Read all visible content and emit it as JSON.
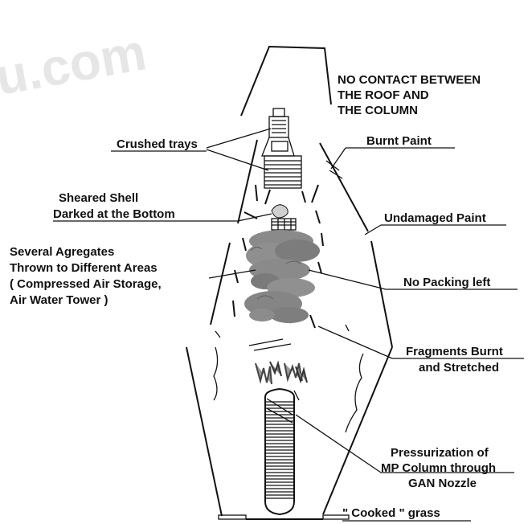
{
  "watermark": "u.com",
  "labels": {
    "no_contact": [
      "NO CONTACT BETWEEN",
      "THE  ROOF AND",
      "THE COLUMN"
    ],
    "crushed_trays": "Crushed trays",
    "burnt_paint": "Burnt  Paint",
    "sheared_shell": [
      "Sheared  Shell",
      "Darked  at the Bottom"
    ],
    "undamaged_paint": "Undamaged  Paint",
    "several_agregates": [
      "Several  Agregates",
      "Thrown to  Different Areas",
      "( Compressed Air Storage,",
      "Air Water Tower )"
    ],
    "no_packing": "No Packing left",
    "fragments": [
      "Fragments  Burnt",
      "and  Stretched"
    ],
    "pressurization": [
      "Pressurization of",
      "MP  Column  through",
      "GAN  Nozzle"
    ],
    "cooked_grass": "\"  Cooked \"  grass"
  },
  "colors": {
    "line": "#111111",
    "debris": "#8a8a8a",
    "debris_dark": "#5e5e5e",
    "watermark": "#e6e6e6"
  }
}
